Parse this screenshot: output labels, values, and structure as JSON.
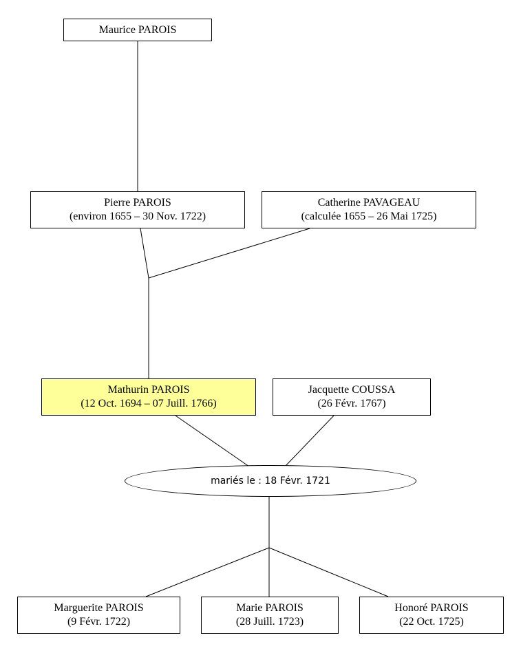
{
  "persons": {
    "maurice": {
      "name": "Maurice PAROIS",
      "dates": ""
    },
    "pierre": {
      "name": "Pierre PAROIS",
      "dates": "(environ 1655 – 30 Nov. 1722)"
    },
    "catherine": {
      "name": "Catherine PAVAGEAU",
      "dates": "(calculée 1655 – 26 Mai 1725)"
    },
    "mathurin": {
      "name": "Mathurin PAROIS",
      "dates": "(12 Oct. 1694 – 07 Juill. 1766)"
    },
    "jacquette": {
      "name": "Jacquette COUSSA",
      "dates": "(26 Févr. 1767)"
    },
    "marguerite": {
      "name": "Marguerite PAROIS",
      "dates": "(9 Févr. 1722)"
    },
    "marie": {
      "name": "Marie PAROIS",
      "dates": "(28 Juill. 1723)"
    },
    "honore": {
      "name": "Honoré PAROIS",
      "dates": "(22 Oct. 1725)"
    }
  },
  "marriage": {
    "label": "mariés le : 18 Févr. 1721"
  },
  "colors": {
    "highlight": "#ffff99",
    "line": "#000000"
  }
}
